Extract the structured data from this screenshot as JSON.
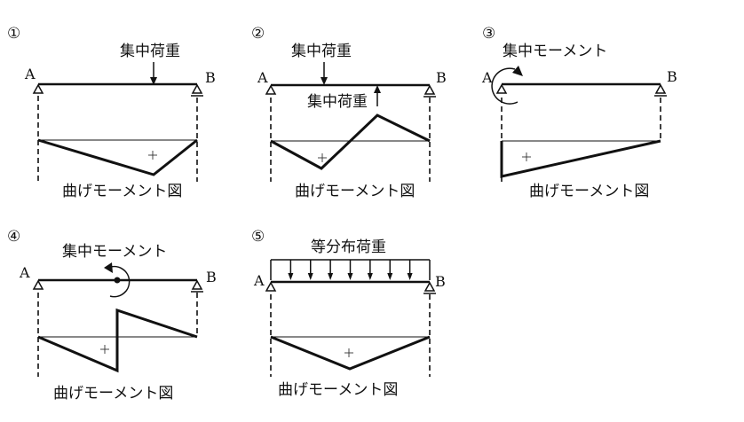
{
  "panels": [
    {
      "number": "①",
      "label_a": "A",
      "label_b": "B",
      "load_label": "集中荷重",
      "caption": "曲げモーメント図",
      "sign": "+"
    },
    {
      "number": "②",
      "label_a": "A",
      "label_b": "B",
      "load_label": "集中荷重",
      "load_label_2": "集中荷重",
      "caption": "曲げモーメント図",
      "sign": "+"
    },
    {
      "number": "③",
      "label_a": "A",
      "label_b": "B",
      "load_label": "集中モーメント",
      "caption": "曲げモーメント図",
      "sign": "+"
    },
    {
      "number": "④",
      "label_a": "A",
      "label_b": "B",
      "load_label": "集中モーメント",
      "caption": "曲げモーメント図",
      "sign": "+"
    },
    {
      "number": "⑤",
      "label_a": "A",
      "label_b": "B",
      "load_label": "等分布荷重",
      "caption": "曲げモーメント図",
      "sign": "+"
    }
  ]
}
